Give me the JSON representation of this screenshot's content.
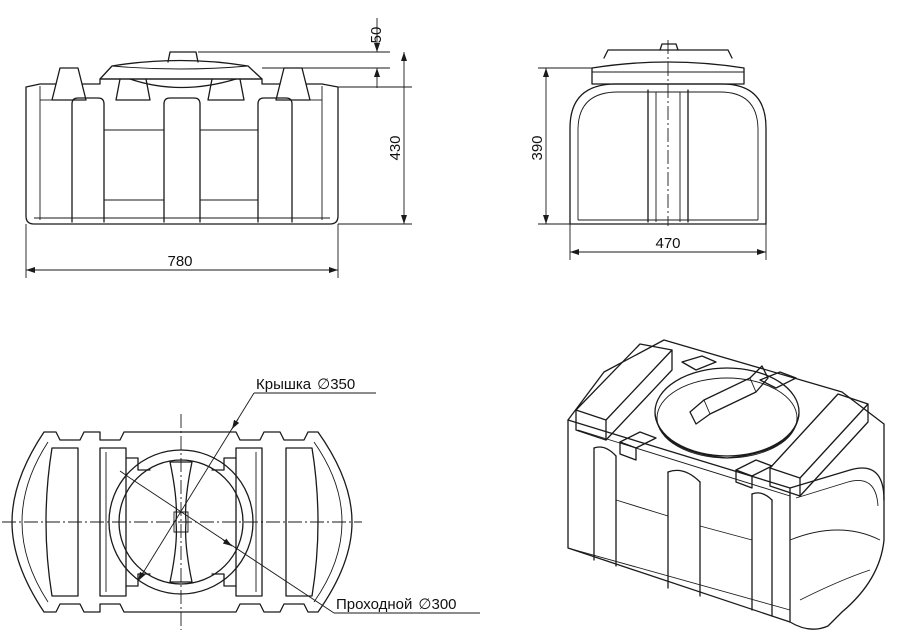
{
  "dimensions": {
    "lid_height": "50",
    "total_height": "430",
    "length": "780",
    "body_height": "390",
    "width": "470"
  },
  "callouts": {
    "lid": "Крышка",
    "lid_diameter": "350",
    "opening": "Проходной",
    "opening_diameter": "300"
  },
  "symbols": {
    "diameter": "∅"
  },
  "colors": {
    "line": "#1a1a1a",
    "background": "#ffffff"
  }
}
